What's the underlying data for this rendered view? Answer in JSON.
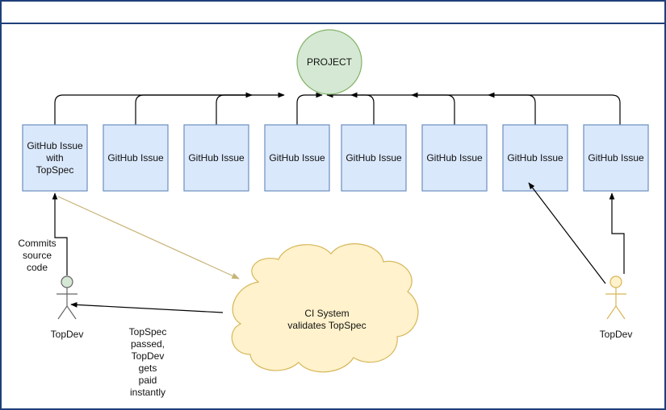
{
  "project": {
    "label": "PROJECT",
    "fill": "#d5e8d4",
    "stroke": "#82b366"
  },
  "issues": [
    {
      "lines": [
        "GitHub Issue",
        "with",
        "TopSpec"
      ]
    },
    {
      "lines": [
        "GitHub Issue"
      ]
    },
    {
      "lines": [
        "GitHub Issue"
      ]
    },
    {
      "lines": [
        "GitHub Issue"
      ]
    },
    {
      "lines": [
        "GitHub Issue"
      ]
    },
    {
      "lines": [
        "GitHub Issue"
      ]
    },
    {
      "lines": [
        "GitHub Issue"
      ]
    },
    {
      "lines": [
        "GitHub Issue"
      ]
    }
  ],
  "issue_style": {
    "fill": "#dae8fc",
    "stroke": "#6c8ebf"
  },
  "actors": [
    {
      "label": "TopDev",
      "head_fill": "#d5e8d4",
      "head_stroke": "#666666"
    },
    {
      "label": "TopDev",
      "head_fill": "#fff2cc",
      "head_stroke": "#d6b656"
    }
  ],
  "cloud": {
    "lines": [
      "CI System",
      "validates TopSpec"
    ],
    "fill": "#fff2cc",
    "stroke": "#d6b656"
  },
  "labels": {
    "commits": [
      "Commits",
      "source",
      "code"
    ],
    "paid": [
      "TopSpec",
      "passed,",
      "TopDev",
      "gets",
      "paid",
      "instantly"
    ]
  },
  "colors": {
    "frame": "#1f3f7a",
    "edge": "#000000",
    "dashed_edge": "#c8b478"
  }
}
